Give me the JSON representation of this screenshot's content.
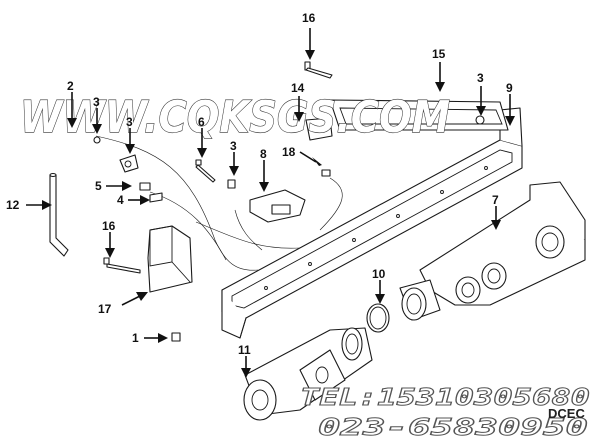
{
  "diagram": {
    "callouts": [
      "16",
      "15",
      "14",
      "3",
      "9",
      "2",
      "3",
      "3",
      "6",
      "3",
      "8",
      "18",
      "12",
      "5",
      "4",
      "7",
      "16",
      "10",
      "17",
      "1",
      "11"
    ],
    "watermark": "WWW.CQKSGS.COM",
    "contact_tel": "TEL:15310305680",
    "contact_phone": "023-65830950",
    "brand_mark": "DCEC"
  }
}
